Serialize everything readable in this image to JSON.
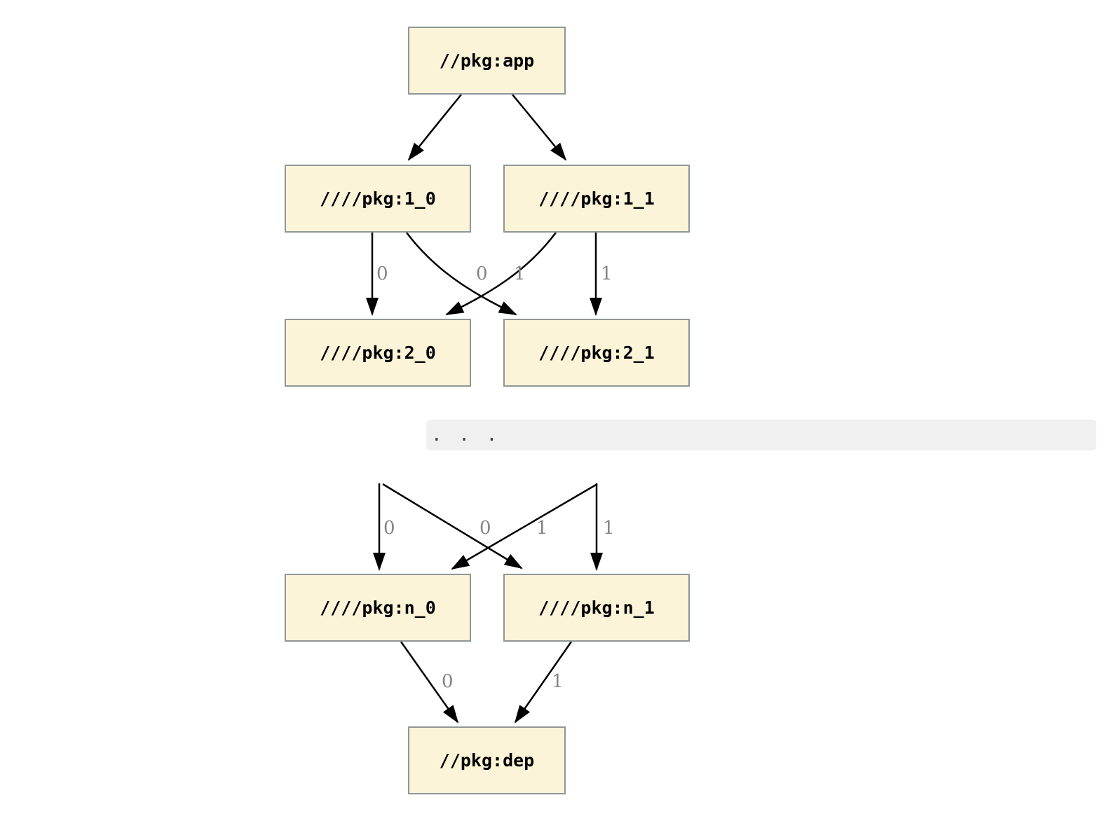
{
  "diagram": {
    "type": "dependency-graph",
    "colors": {
      "background": "#ffffff",
      "node_fill": "#fbf4d8",
      "node_border": "#8e9796",
      "edge": "#000000",
      "edge_label": "#848484",
      "ellipsis_band": "#f0f0f0"
    },
    "nodes": [
      {
        "id": "app",
        "label": "//pkg:app"
      },
      {
        "id": "1_0",
        "label": "////pkg:1_0"
      },
      {
        "id": "1_1",
        "label": "////pkg:1_1"
      },
      {
        "id": "2_0",
        "label": "////pkg:2_0"
      },
      {
        "id": "2_1",
        "label": "////pkg:2_1"
      },
      {
        "id": "n_0",
        "label": "////pkg:n_0"
      },
      {
        "id": "n_1",
        "label": "////pkg:n_1"
      },
      {
        "id": "dep",
        "label": "//pkg:dep"
      }
    ],
    "ellipsis": {
      "label": ". . ."
    },
    "edges": [
      {
        "from": "//pkg:app",
        "to": "////pkg:1_0",
        "label": ""
      },
      {
        "from": "//pkg:app",
        "to": "////pkg:1_1",
        "label": ""
      },
      {
        "from": "////pkg:1_0",
        "to": "////pkg:2_0",
        "label": "0"
      },
      {
        "from": "////pkg:1_1",
        "to": "////pkg:2_0",
        "label": "0"
      },
      {
        "from": "////pkg:1_0",
        "to": "////pkg:2_1",
        "label": "1"
      },
      {
        "from": "////pkg:1_1",
        "to": "////pkg:2_1",
        "label": "1"
      },
      {
        "from": ". . .",
        "to": "////pkg:n_0",
        "label": "0"
      },
      {
        "from": ". . .",
        "to": "////pkg:n_0",
        "label": "0"
      },
      {
        "from": ". . .",
        "to": "////pkg:n_1",
        "label": "1"
      },
      {
        "from": ". . .",
        "to": "////pkg:n_1",
        "label": "1"
      },
      {
        "from": "////pkg:n_0",
        "to": "//pkg:dep",
        "label": "0"
      },
      {
        "from": "////pkg:n_1",
        "to": "//pkg:dep",
        "label": "1"
      }
    ]
  }
}
